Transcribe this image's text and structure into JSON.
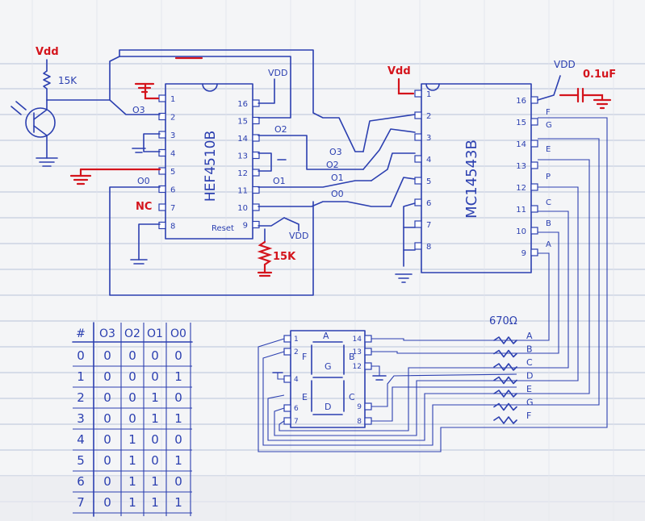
{
  "labels": {
    "vdd_left": "Vdd",
    "vdd_mid": "Vdd",
    "r_top": "15K",
    "chip1_name": "HEF4510B",
    "chip2_name": "MC14543B",
    "vdd_chip1": "VDD",
    "vdd_chip2": "VDD",
    "vdd_reset": "VDD",
    "cap": "0.1uF",
    "nc": "NC",
    "reset": "Reset",
    "r_reset": "15K",
    "r_display": "670Ω",
    "o3": "O3",
    "o2": "O2",
    "o1": "O1",
    "o0": "O0"
  },
  "chip1_pins_left": [
    "1",
    "2",
    "3",
    "4",
    "5",
    "6",
    "7",
    "8"
  ],
  "chip1_pins_right": [
    "16",
    "15",
    "14",
    "13",
    "12",
    "11",
    "10",
    "9"
  ],
  "chip2_pins_left": [
    "1",
    "2",
    "3",
    "4",
    "5",
    "6",
    "7",
    "8"
  ],
  "chip2_pins_right": [
    "16",
    "15",
    "14",
    "13",
    "12",
    "11",
    "10",
    "9"
  ],
  "chip2_out_labels": [
    "F",
    "G",
    "E",
    "P",
    "C",
    "B",
    "A"
  ],
  "display_pins_left": [
    "1",
    "2",
    "4",
    "6",
    "7"
  ],
  "display_pins_right": [
    "14",
    "13",
    "12",
    "9",
    "8"
  ],
  "display_seg_labels": [
    "A",
    "F",
    "B",
    "G",
    "E",
    "C",
    "D"
  ],
  "res_labels": [
    "A",
    "B",
    "C",
    "D",
    "E",
    "G",
    "F"
  ],
  "truth_table": {
    "headers": [
      "#",
      "O3",
      "O2",
      "O1",
      "O0"
    ],
    "rows": [
      [
        "0",
        "0",
        "0",
        "0",
        "0"
      ],
      [
        "1",
        "0",
        "0",
        "0",
        "1"
      ],
      [
        "2",
        "0",
        "0",
        "1",
        "0"
      ],
      [
        "3",
        "0",
        "0",
        "1",
        "1"
      ],
      [
        "4",
        "0",
        "1",
        "0",
        "0"
      ],
      [
        "5",
        "0",
        "1",
        "0",
        "1"
      ],
      [
        "6",
        "0",
        "1",
        "1",
        "0"
      ],
      [
        "7",
        "0",
        "1",
        "1",
        "1"
      ]
    ]
  }
}
